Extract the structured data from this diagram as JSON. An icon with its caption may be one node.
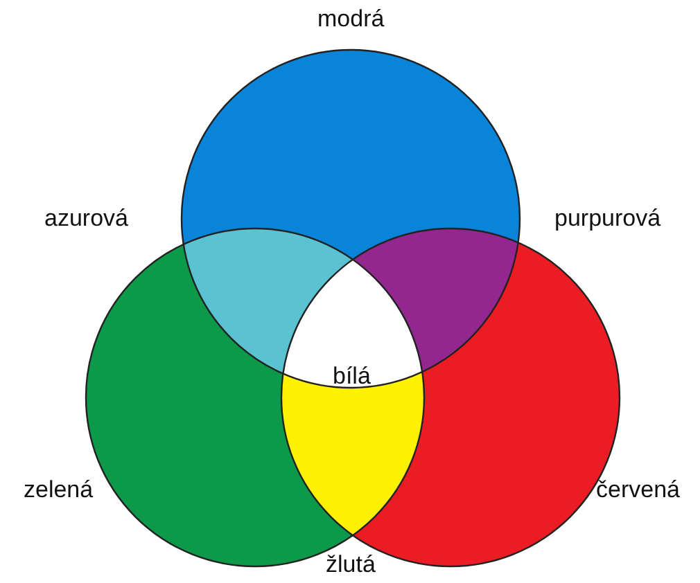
{
  "diagram": {
    "labels": [
      "modrá",
      "azurová",
      "purpurová",
      "bílá",
      "zelená",
      "červená",
      "žlutá"
    ]
  }
}
